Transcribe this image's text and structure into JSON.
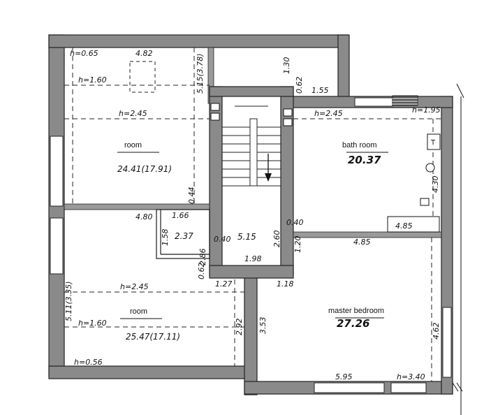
{
  "rooms": {
    "room_top": {
      "label": "room",
      "area": "24.41(17.91)"
    },
    "bath": {
      "label": "bath room",
      "area": "20.37"
    },
    "room_bottom": {
      "label": "room",
      "area": "25.47(17.11)"
    },
    "master": {
      "label": "master bedroom",
      "area": "27.26"
    },
    "stair_hall": {
      "area": "5.15"
    },
    "closet": {
      "area": "2.37"
    }
  },
  "heights": {
    "h_065": "h=0.65",
    "h_160_top": "h=1.60",
    "h_245_top": "h=2.45",
    "h_245_bath": "h=2.45",
    "h_195": "h=1.95",
    "h_245_bottom": "h=2.45",
    "h_160_bottom": "h=1.60",
    "h_056": "h=0.56",
    "h_340": "h=3.40"
  },
  "dimensions": {
    "d_482": "4.82",
    "d_515_378": "5.15(3.78)",
    "d_130": "1.30",
    "d_062_top": "0.62",
    "d_155": "1.55",
    "d_430": "4.30",
    "d_044": "0.44",
    "d_480": "4.80",
    "d_166": "1.66",
    "d_158": "1.58",
    "d_286": "2.86",
    "d_040_a": "0.40",
    "d_260": "2.60",
    "d_040_b": "0.40",
    "d_485_a": "4.85",
    "d_485_b": "4.85",
    "d_120": "1.20",
    "d_198": "1.98",
    "d_062_b": "0.62",
    "d_127": "1.27",
    "d_118": "1.18",
    "d_511_335": "5.11(3.35)",
    "d_292": "2.92",
    "d_353": "3.53",
    "d_462": "4.62",
    "d_595": "5.95"
  }
}
